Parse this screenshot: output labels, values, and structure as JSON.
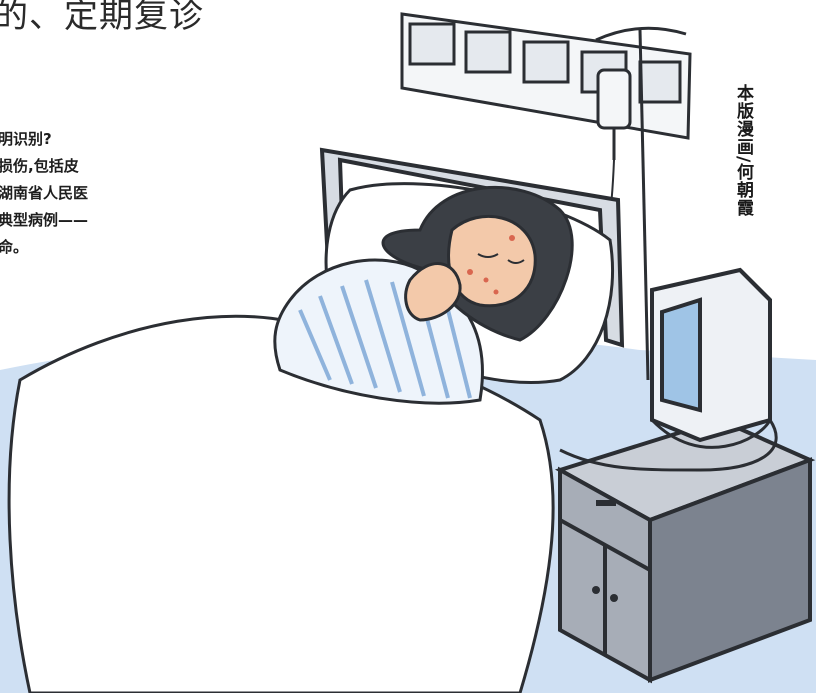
{
  "article": {
    "headline_fragment": "的、定期复诊",
    "body_lines": [
      "明识别?",
      "损伤,包括皮",
      "湖南省人民医",
      "典型病例——",
      "命。"
    ]
  },
  "illustration": {
    "credit": "本版漫画/何朝霞",
    "scene": "hospital-bed-patient-with-iv-and-monitor"
  },
  "colors": {
    "floor_blue": "#cfe0f3",
    "cabinet_gray": "#a7adb7",
    "cabinet_dark": "#7c838f",
    "outline": "#2b2e33",
    "skin": "#f3c9aa",
    "hair": "#3b3f45",
    "stripe_blue": "#8fb3dc",
    "monitor_screen": "#9fc4e6"
  }
}
